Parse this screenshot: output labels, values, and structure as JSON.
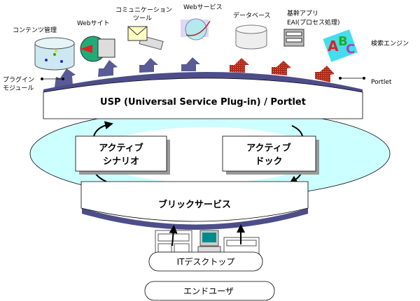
{
  "colors": {
    "ring": "#ccffff",
    "plugin_arrow": "#5a5a96",
    "portlet_arrow": "#b02a1a",
    "arc": "#4d4d8a"
  },
  "sources": [
    {
      "label": "コンテンツ管理",
      "icon": "database-network-icon"
    },
    {
      "label": "Webサイト",
      "icon": "globe-web-icon"
    },
    {
      "label": "コミュニケーション",
      "label2": "ツール",
      "icon": "mail-envelope-icon"
    },
    {
      "label": "Webサービス",
      "icon": "web-service-globe-icon"
    },
    {
      "label": "データベース",
      "icon": "database-icon"
    },
    {
      "label": "基幹アプリ",
      "label2": "EAI(プロセス処理)",
      "icon": "server-rack-icon"
    },
    {
      "label": "検索エンジン",
      "icon": "abc-search-icon"
    }
  ],
  "callouts": {
    "plugin_line1": "プラグイン",
    "plugin_line2": "モジュール",
    "portlet": "Portlet"
  },
  "usp": {
    "label": "USP (Universal Service Plug-in) / Portlet"
  },
  "active_scenario": {
    "line1": "アクティブ",
    "line2": "シナリオ"
  },
  "active_dock": {
    "line1": "アクティブ",
    "line2": "ドック"
  },
  "brick_service": {
    "label": "ブリックサービス"
  },
  "it_desktop": {
    "label": "ITデスクトップ"
  },
  "end_user": {
    "label": "エンドユーザ"
  }
}
